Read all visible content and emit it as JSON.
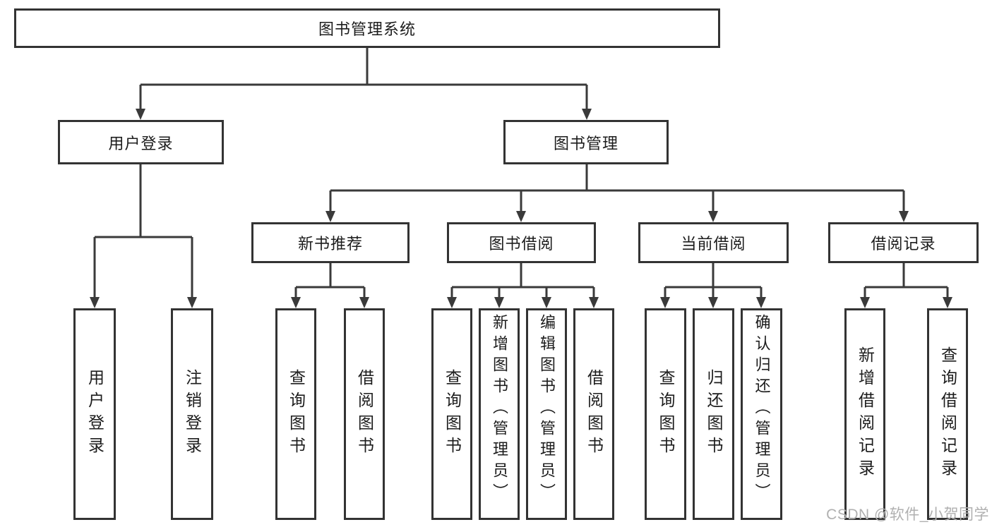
{
  "tree": {
    "root": "图书管理系统",
    "children": [
      {
        "label": "用户登录",
        "children": [
          {
            "label": "用户登录"
          },
          {
            "label": "注销登录"
          }
        ]
      },
      {
        "label": "图书管理",
        "children": [
          {
            "label": "新书推荐",
            "children": [
              {
                "label": "查询图书"
              },
              {
                "label": "借阅图书"
              }
            ]
          },
          {
            "label": "图书借阅",
            "children": [
              {
                "label": "查询图书"
              },
              {
                "label": "新增图书（管理员）"
              },
              {
                "label": "编辑图书（管理员）"
              },
              {
                "label": "借阅图书"
              }
            ]
          },
          {
            "label": "当前借阅",
            "children": [
              {
                "label": "查询图书"
              },
              {
                "label": "归还图书"
              },
              {
                "label": "确认归还（管理员）"
              }
            ]
          },
          {
            "label": "借阅记录",
            "children": [
              {
                "label": "新增借阅记录"
              },
              {
                "label": "查询借阅记录"
              }
            ]
          }
        ]
      }
    ]
  },
  "watermark": "CSDN @软件_小贺同学",
  "colors": {
    "line": "#3a3a3a",
    "border": "#333333",
    "text": "#1c1c1c",
    "watermark": "#b0b0b0",
    "background": "#ffffff"
  }
}
